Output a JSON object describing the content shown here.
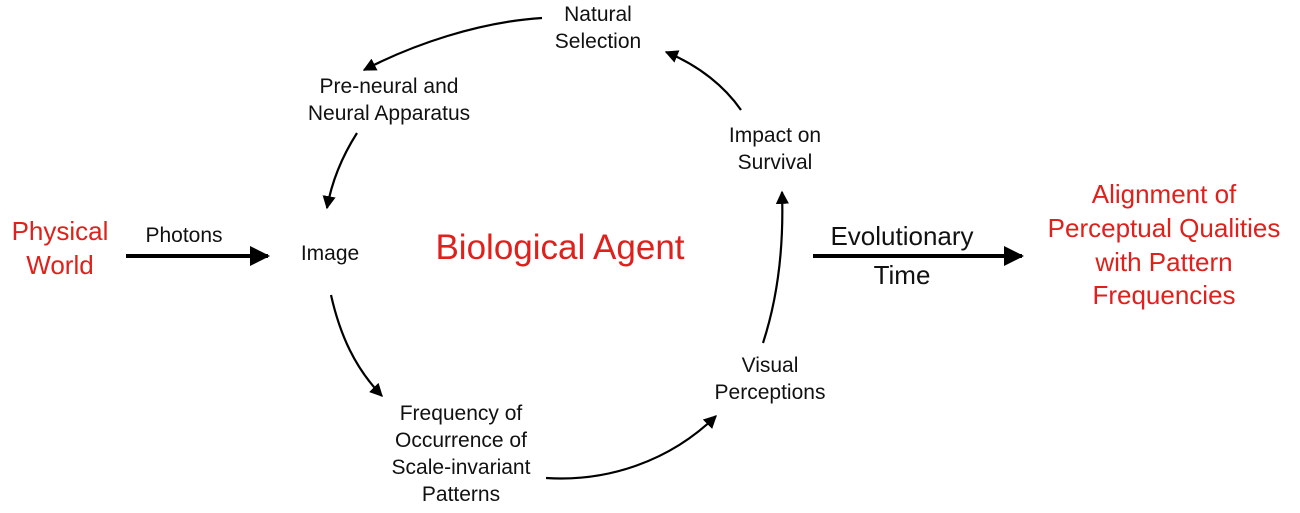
{
  "colors": {
    "accent": "#e0201b",
    "ink": "#111111",
    "background": "#ffffff"
  },
  "diagram": {
    "physical_world": [
      "Physical",
      "World"
    ],
    "photons_label": "Photons",
    "image": "Image",
    "biological_agent": "Biological Agent",
    "pre_neural": [
      "Pre-neural and",
      "Neural Apparatus"
    ],
    "natural_selection": [
      "Natural",
      "Selection"
    ],
    "impact_on_survival": [
      "Impact on",
      "Survival"
    ],
    "visual_perceptions": [
      "Visual",
      "Perceptions"
    ],
    "frequency_of_occurrence": [
      "Frequency of",
      "Occurrence of",
      "Scale-invariant",
      "Patterns"
    ],
    "evolutionary_time": [
      "Evolutionary",
      "Time"
    ],
    "alignment": [
      "Alignment of",
      "Perceptual Qualities",
      "with Pattern",
      "Frequencies"
    ]
  }
}
